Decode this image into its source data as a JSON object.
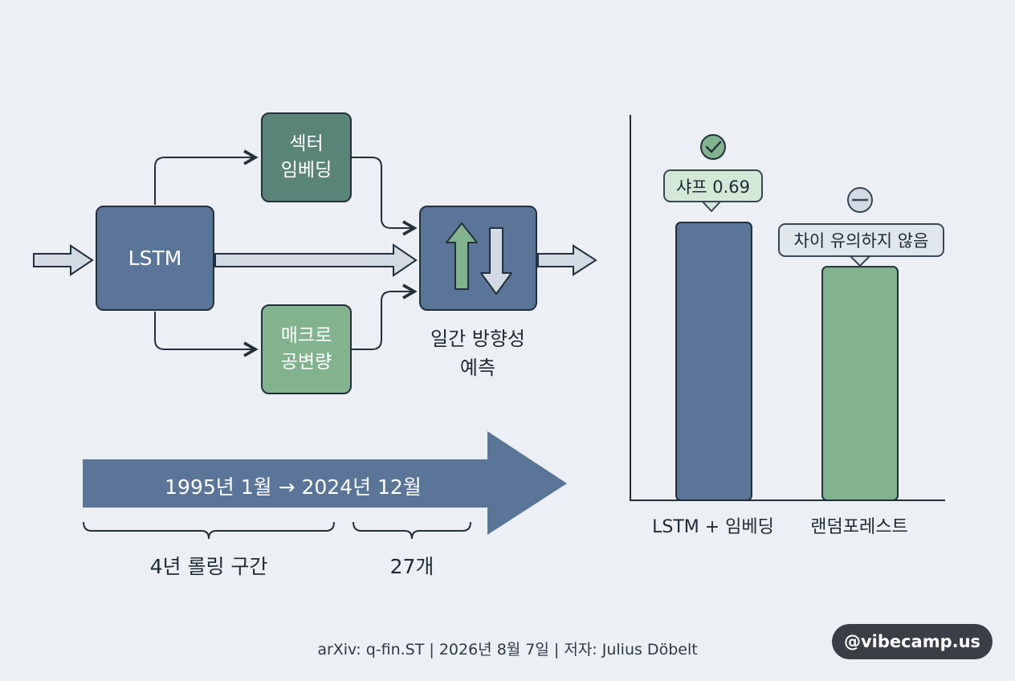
{
  "diagram": {
    "colors": {
      "slate": "#5a7597",
      "teal": "#5b8479",
      "green": "#82b38e",
      "outline": "#23303c",
      "arrow_fill": "#d3dae3"
    },
    "lstm_label": "LSTM",
    "sector_label": "섹터\n임베딩",
    "macro_label": "매크로\n공변량",
    "output_icon": "up-down-arrows-icon",
    "output_caption": "일간 방향성\n예측",
    "timeline_label": "1995년 1월 → 2024년 12월",
    "brace_left_label": "4년 롤링 구간",
    "brace_right_label": "27개"
  },
  "chart_data": {
    "type": "bar",
    "categories": [
      "LSTM + 임베딩",
      "랜덤포레스트"
    ],
    "values": [
      0.69,
      0.58
    ],
    "colors": [
      "#5a7597",
      "#82b38e"
    ],
    "annotations": [
      {
        "category": "LSTM + 임베딩",
        "text": "샤프 0.69",
        "icon": "check-circle-icon",
        "bubble_color": "#d3e8d6"
      },
      {
        "category": "랜덤포레스트",
        "text": "차이 유의하지 않음",
        "icon": "minus-circle-icon",
        "bubble_color": "#dfe6ec"
      }
    ]
  },
  "footer": {
    "citation": "arXiv: q-fin.ST | 2026년 8월 7일 | 저자: Julius Döbelt"
  },
  "badge": {
    "text": "@vibecamp.us"
  }
}
